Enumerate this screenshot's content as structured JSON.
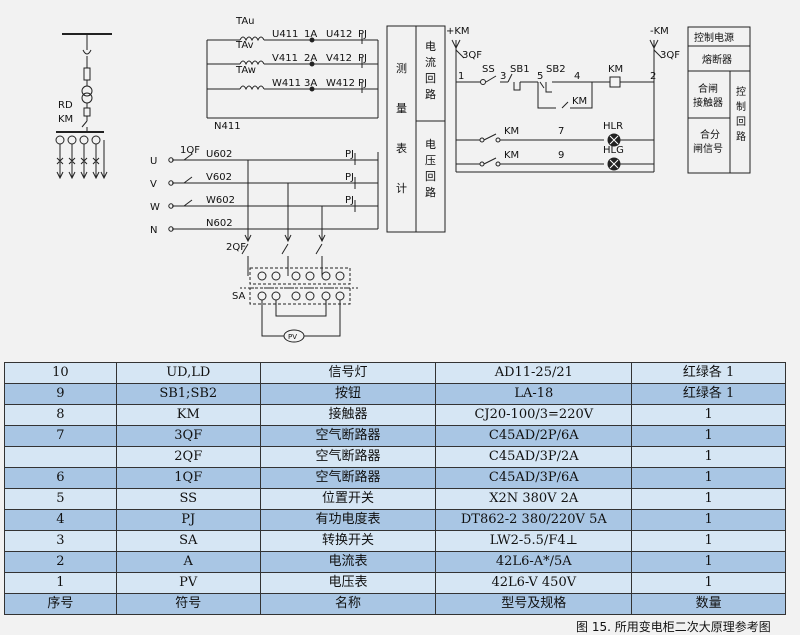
{
  "schematic": {
    "transformers": [
      "TAu",
      "TAv",
      "TAw"
    ],
    "current_nodes": [
      "U411",
      "V411",
      "W411"
    ],
    "ammeters": [
      "1A",
      "2A",
      "3A"
    ],
    "current_out": [
      "U412",
      "V412",
      "W412"
    ],
    "pj": "PJ",
    "neutral_ct": "N411",
    "phases": [
      "U",
      "V",
      "W",
      "N"
    ],
    "breaker_1qf": "1QF",
    "voltage_nodes": [
      "U602",
      "V602",
      "W602",
      "N602"
    ],
    "breaker_2qf": "2QF",
    "switch_sa": "SA",
    "voltmeter": "PV",
    "fuse_rd": "RD",
    "km": "KM",
    "meter_box_left": [
      "测",
      "量",
      "表",
      "计"
    ],
    "meter_box_current": [
      "电",
      "流",
      "回",
      "路"
    ],
    "meter_box_voltage": [
      "电",
      "压",
      "回",
      "路"
    ],
    "plus_km": "+KM",
    "minus_km": "-KM",
    "breaker_3qf": "3QF",
    "ss": "SS",
    "sb1": "SB1",
    "sb2": "SB2",
    "node_nums": [
      "1",
      "3",
      "5",
      "4",
      "2",
      "7",
      "9"
    ],
    "lamp_red": "HLR",
    "lamp_green": "HLG",
    "legend_power": "控制电源",
    "legend_fuse": "熔断器",
    "legend_contactor": [
      "合闸",
      "接触器"
    ],
    "legend_ctrl": [
      "控",
      "制",
      "回",
      "路"
    ],
    "legend_trip": [
      "合分",
      "闸信号"
    ]
  },
  "bom": {
    "header": [
      "序号",
      "符号",
      "名称",
      "型号及规格",
      "数量"
    ],
    "rows": [
      [
        "10",
        "UD,LD",
        "信号灯",
        "AD11-25/21",
        "红绿各 1"
      ],
      [
        "9",
        "SB1;SB2",
        "按钮",
        "LA-18",
        "红绿各 1"
      ],
      [
        "8",
        "KM",
        "接触器",
        "CJ20-100/3=220V",
        "1"
      ],
      [
        "7",
        "3QF",
        "空气断路器",
        "C45AD/2P/6A",
        "1"
      ],
      [
        "",
        "2QF",
        "空气断路器",
        "C45AD/3P/2A",
        "1"
      ],
      [
        "6",
        "1QF",
        "空气断路器",
        "C45AD/3P/6A",
        "1"
      ],
      [
        "5",
        "SS",
        "位置开关",
        "X2N 380V 2A",
        "1"
      ],
      [
        "4",
        "PJ",
        "有功电度表",
        "DT862-2 380/220V 5A",
        "1"
      ],
      [
        "3",
        "SA",
        "转换开关",
        "LW2-5.5/F4⊥",
        "1"
      ],
      [
        "2",
        "A",
        "电流表",
        "42L6-A*/5A",
        "1"
      ],
      [
        "1",
        "PV",
        "电压表",
        "42L6-V 450V",
        "1"
      ]
    ]
  },
  "caption": "图 15. 所用变电柜二次大原理参考图"
}
